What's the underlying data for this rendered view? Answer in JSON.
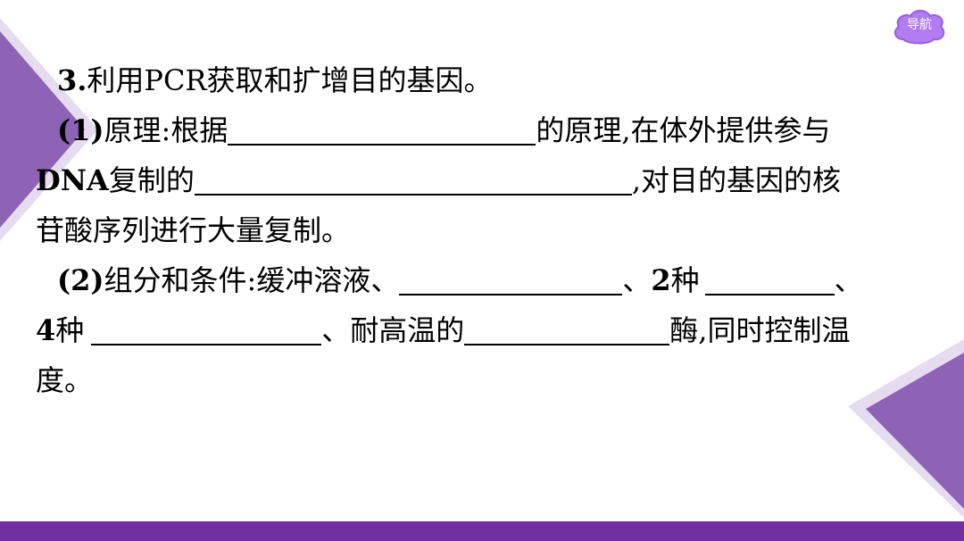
{
  "nav": {
    "label": "导航"
  },
  "colors": {
    "accent": "#7030a0",
    "nav_bg": "#b27cf2"
  },
  "text": {
    "l1_num": "3.",
    "l1_text": "利用PCR获取和扩增目的基因。",
    "l2_num": "(1)",
    "l2_a": "原理:根据",
    "l2_b": "的原理,在体外提供参与",
    "l3_a": "DNA",
    "l3_b": "复制的",
    "l3_c": ",对目的基因的核",
    "l4": "苷酸序列进行大量复制。",
    "l5_num": "(2)",
    "l5_a": "组分和条件:缓冲溶液、",
    "l5_b": "、",
    "l5_c": "2",
    "l5_d": "种",
    "l5_e": "、",
    "l6_a": "4",
    "l6_b": "种",
    "l6_c": "、耐高温的",
    "l6_d": "酶,同时控制温",
    "l7": "度。"
  }
}
